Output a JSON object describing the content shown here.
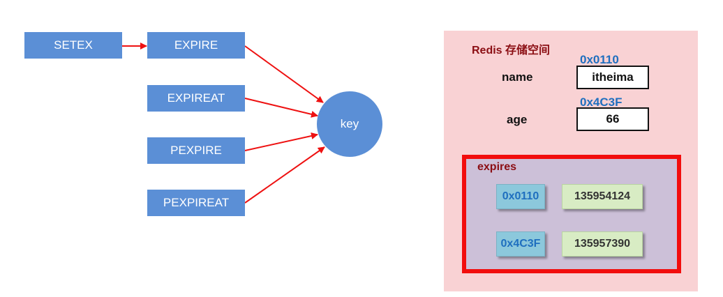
{
  "commands": {
    "setex": "SETEX",
    "expire": "EXPIRE",
    "expireat": "EXPIREAT",
    "pexpire": "PEXPIRE",
    "pexpireat": "PEXPIREAT"
  },
  "key_label": "key",
  "redis": {
    "title": "Redis 存储空间",
    "fields": [
      {
        "address": "0x0110",
        "name": "name",
        "value": "itheima"
      },
      {
        "address": "0x4C3F",
        "name": "age",
        "value": "66"
      }
    ]
  },
  "expires": {
    "title": "expires",
    "entries": [
      {
        "address": "0x0110",
        "time": "135954124"
      },
      {
        "address": "0x4C3F",
        "time": "135957390"
      }
    ]
  },
  "colors": {
    "command_box": "#5b8fd6",
    "arrow": "#ee1111",
    "panel": "#f9d2d4",
    "expires_border": "#f20d0d",
    "expires_fill": "#ccc0d8",
    "address_text": "#1f6fbf"
  }
}
